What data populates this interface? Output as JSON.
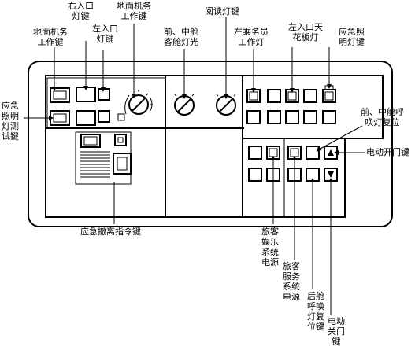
{
  "labels": {
    "ground_staff_work_key": [
      "地面机务",
      "工作键"
    ],
    "right_entrance_light_key": [
      "右入口",
      "灯键"
    ],
    "left_entrance_light_key": [
      "左入口",
      "灯键"
    ],
    "ground_staff_work_key_2": [
      "地面机务",
      "工作键"
    ],
    "fwd_mid_cabin_light": [
      "前、中舱",
      "客舱灯光"
    ],
    "reading_light_key": "阅读灯键",
    "left_attendant_work_light": [
      "左乘务员",
      "工作灯"
    ],
    "left_entrance_ceiling_light": [
      "左入口天",
      "花板灯"
    ],
    "emergency_light_key": [
      "应急照",
      "明灯键"
    ],
    "emergency_light_test_key": [
      "应急",
      "照明",
      "灯测",
      "试键"
    ],
    "fwd_mid_call_light_reset": [
      "前、中舱呼",
      "唤灯复位"
    ],
    "electric_door_open_key": "电动开门键",
    "emergency_evacuation_key": "应急撤离指令键",
    "passenger_entertainment_power": "旅客娱乐系统电源",
    "passenger_service_power": "旅客服务系统电源",
    "aft_call_light_reset": "后舱呼唤灯复位键",
    "electric_door_close_key": "电动关门键"
  }
}
